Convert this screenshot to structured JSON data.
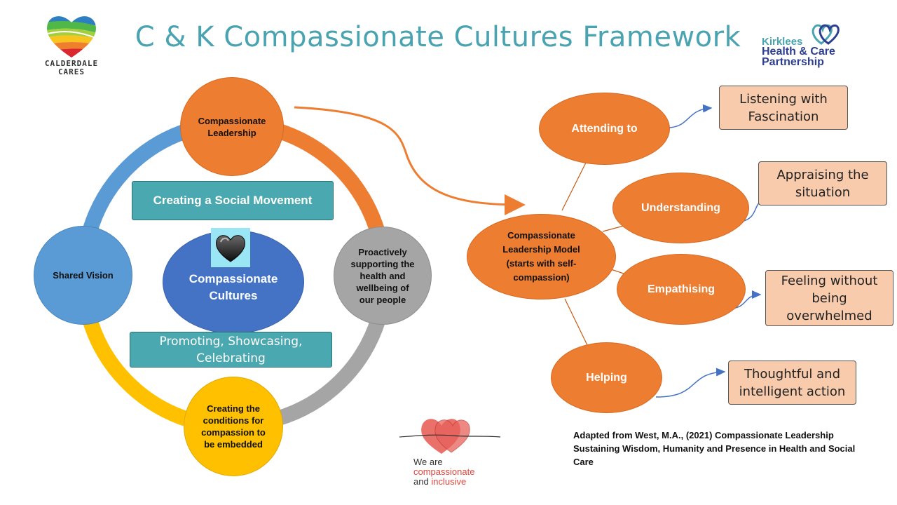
{
  "header": {
    "title": "C & K Compassionate Cultures Framework",
    "left_logo": {
      "text_line1": "CALDERDALE",
      "text_line2": "CARES",
      "icon": "heart-logo-icon"
    },
    "right_logo": {
      "line1": "Kirklees",
      "line2": "Health & Care",
      "line3": "Partnership",
      "icon": "double-heart-icon"
    }
  },
  "cycle": {
    "leadership": "Compassionate Leadership",
    "shared_vision": "Shared Vision",
    "supporting": "Proactively supporting the health and wellbeing of our people",
    "conditions": "Creating the conditions for compassion to be embedded",
    "center": "Compassionate Cultures",
    "social_movement": "Creating a Social Movement",
    "promoting": "Promoting, Showcasing, Celebrating",
    "colors": {
      "orange": "#ED7D31",
      "blue": "#5B9BD5",
      "yellow": "#FFC000",
      "grey": "#A5A5A5",
      "center": "#4472C4",
      "teal": "#4AA8B0"
    }
  },
  "model": {
    "hub": "Compassionate Leadership Model (starts with self-compassion)",
    "nodes": [
      {
        "label": "Attending to",
        "outcome": "Listening with Fascination"
      },
      {
        "label": "Understanding",
        "outcome": "Appraising the situation"
      },
      {
        "label": "Empathising",
        "outcome": "Feeling without being overwhelmed"
      },
      {
        "label": "Helping",
        "outcome": "Thoughtful and intelligent action"
      }
    ]
  },
  "footer": {
    "badge_line1": "We are",
    "badge_line2": "compassionate",
    "badge_line3_a": "and",
    "badge_line3_b": "inclusive",
    "reference": "Adapted from West, M.A., (2021) Compassionate Leadership Sustaining Wisdom, Humanity and Presence in Health and Social Care"
  }
}
